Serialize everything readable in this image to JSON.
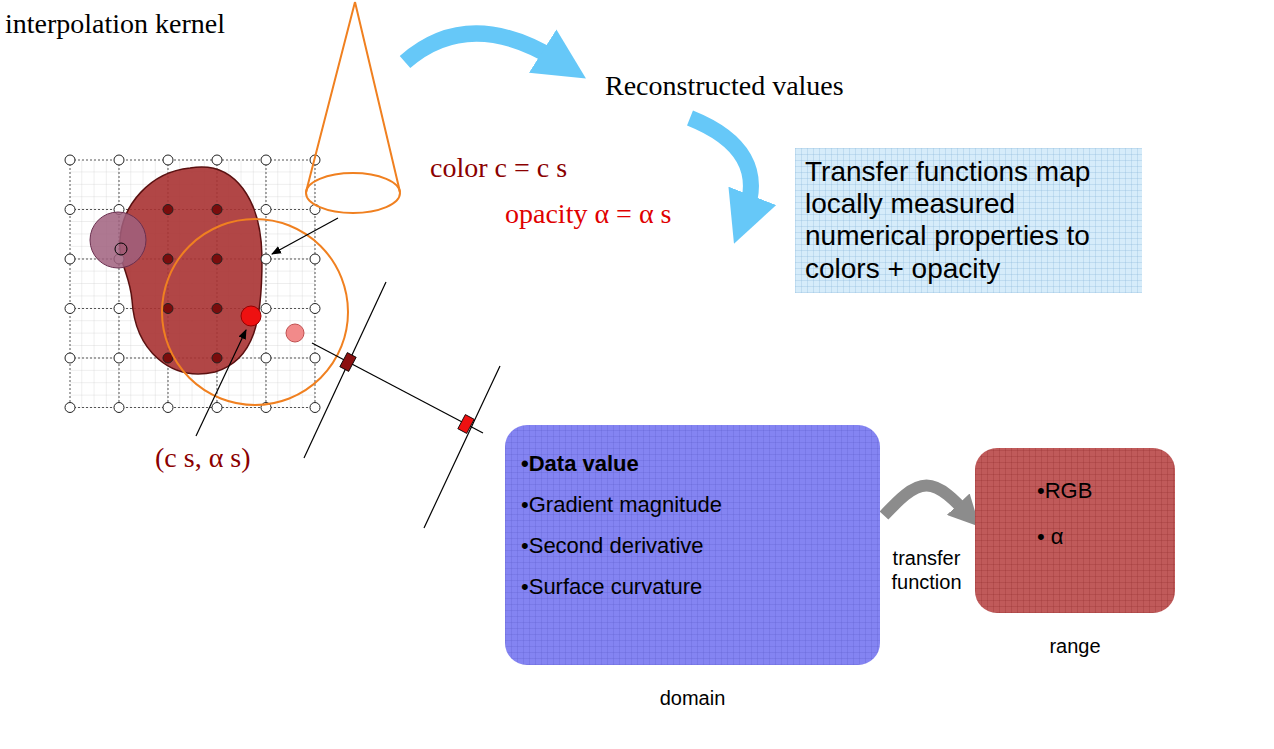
{
  "diagram": {
    "nodes": [
      {
        "text": [
          "Transfer functions map locally measured numerical properties to colors + opacity"
        ]
      },
      {
        "text": [
          "•Data value",
          "•Gradient magnitude",
          "•Second derivative",
          "•Surface curvature",
          "domain"
        ]
      },
      {
        "text": [
          "•RGB",
          "• α",
          "range"
        ]
      }
    ],
    "edges": [
      {
        "from": 1,
        "to": 2,
        "arrow": "to",
        "label": "transfer function"
      }
    ],
    "labels": [
      "interpolation kernel",
      "Reconstructed values",
      "color c = c s",
      "opacity α = α s",
      "(c s, α s)"
    ]
  }
}
